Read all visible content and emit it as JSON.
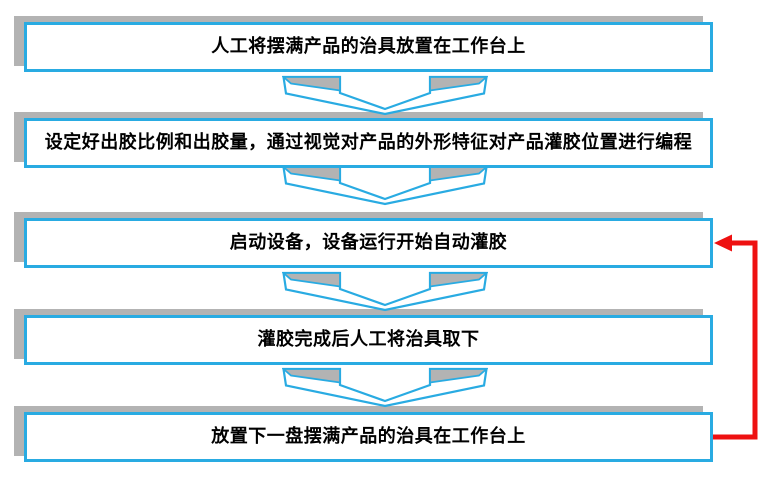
{
  "figure": {
    "type": "flowchart",
    "steps": [
      {
        "id": 1,
        "label": "人工将摆满产品的治具放置在工作台上"
      },
      {
        "id": 2,
        "label": "设定好出胶比例和出胶量，通过视觉对产品的外形特征对产品灌胶位置进行编程"
      },
      {
        "id": 3,
        "label": "启动设备，设备运行开始自动灌胶"
      },
      {
        "id": 4,
        "label": "灌胶完成后人工将治具取下"
      },
      {
        "id": 5,
        "label": "放置下一盘摆满产品的治具在工作台上"
      }
    ],
    "connectors": {
      "down_arrow_count": 4,
      "feedback_loop": {
        "from_step": 5,
        "to_step": 3
      }
    },
    "colors": {
      "box_border": "#29abe2",
      "box_fill": "#ffffff",
      "shadow": "#b3b3b3",
      "arrow_outline": "#29abe2",
      "arrow_fill": "#ffffff",
      "feedback_arrow": "#ee1111",
      "text": "#000000"
    }
  }
}
